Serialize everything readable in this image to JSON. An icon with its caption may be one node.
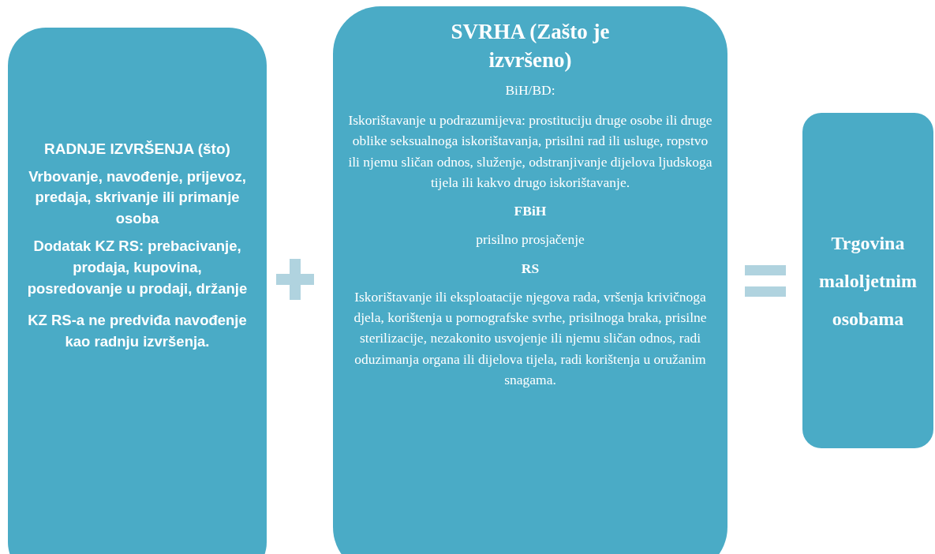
{
  "diagram": {
    "nodes": [
      {
        "text": [
          "RADNJE IZVRŠENJA (što)",
          "Vrbovanje, navođenje, prijevoz, predaja, skrivanje ili primanje osoba",
          "Dodatak KZ RS: prebacivanje, prodaja, kupovina, posredovanje u prodaji, držanje",
          "KZ RS-a ne predviđa navođenje kao radnju izvršenja."
        ]
      },
      {
        "text": [
          "SVRHA (Zašto je izvršeno)",
          "BiH/BD:",
          "Iskorištavanje u podrazumijeva: prostituciju druge osobe ili druge oblike seksualnoga iskorištavanja, prisilni rad ili usluge, ropstvo ili njemu sličan odnos, služenje, odstranjivanje dijelova ljudskoga tijela ili kakvo drugo iskorištavanje.",
          "FBiH",
          "prisilno prosjačenje",
          "RS",
          "Iskorištavanje ili eksploatacije njegova rada, vršenja krivičnoga djela, korištenja u pornografske svrhe, prisilnoga braka, prisilne sterilizacije, nezakonito usvojenje ili njemu sličan odnos, radi oduzimanja organa ili dijelova tijela, radi korištenja u oružanim snagama."
        ]
      },
      {
        "text": [
          "Trgovina maloljetnim osobama"
        ]
      }
    ]
  }
}
